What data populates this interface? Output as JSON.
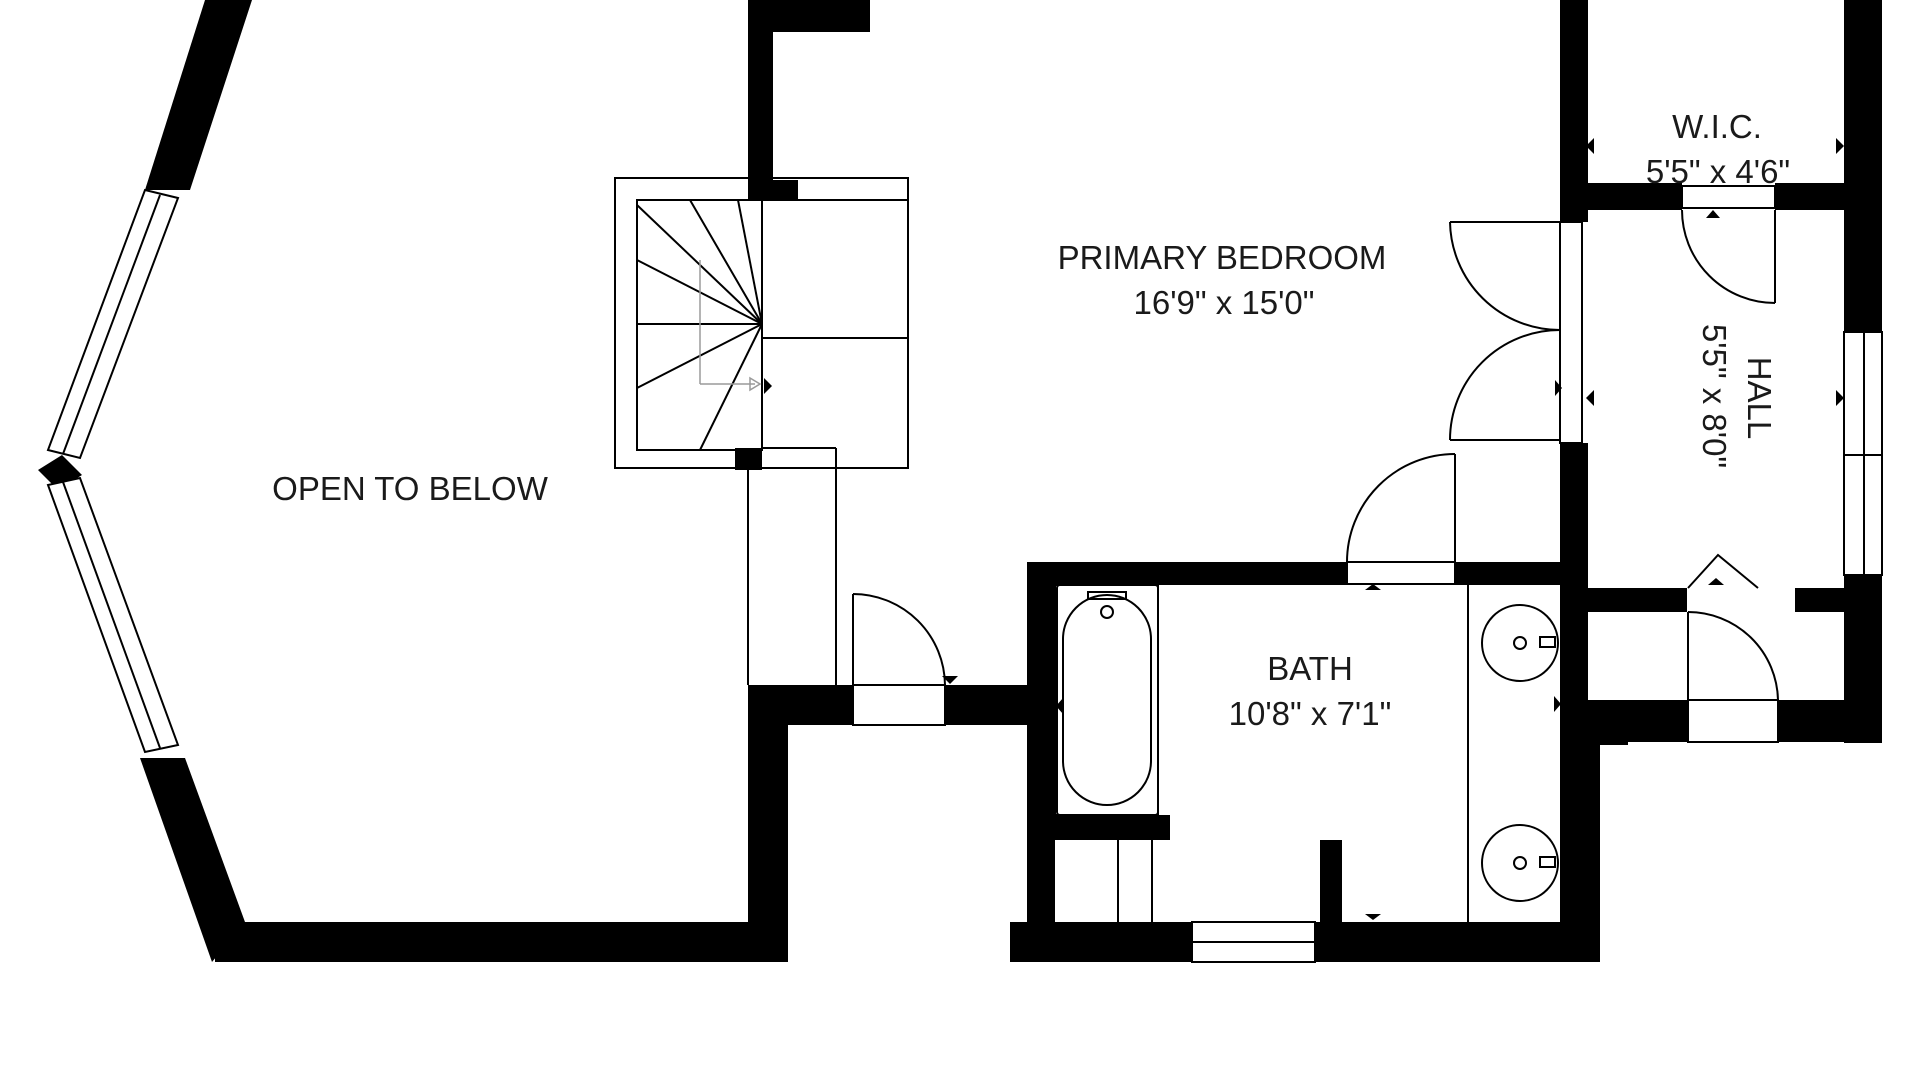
{
  "rooms": {
    "open_to_below": {
      "name": "OPEN TO BELOW"
    },
    "primary_bedroom": {
      "name": "PRIMARY BEDROOM",
      "size": "16'9\" x 15'0\""
    },
    "wic": {
      "name": "W.I.C.",
      "size": "5'5\" x 4'6\""
    },
    "hall": {
      "name": "HALL",
      "size": "5'5\" x 8'0\""
    },
    "bath": {
      "name": "BATH",
      "size": "10'8\" x 7'1\""
    }
  },
  "colors": {
    "wall": "#000000",
    "background": "#ffffff",
    "text": "#1a1a1a"
  }
}
